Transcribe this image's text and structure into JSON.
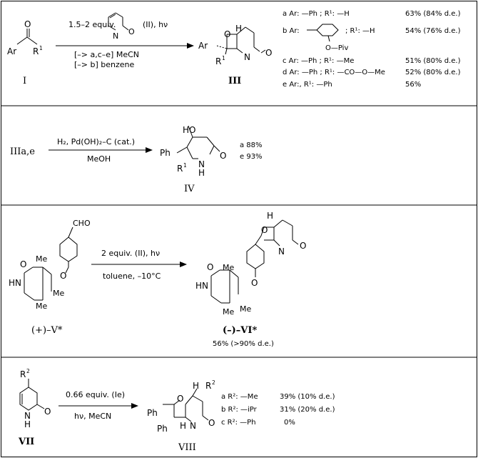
{
  "scheme1": {
    "reagent": "1.5–2 equiv.",
    "reagent_id": "(II), hν",
    "cond_ace": "[–> a,c–e]  MeCN",
    "cond_b": "[–> b]   benzene",
    "label_I": "I",
    "label_III": "III",
    "ar": "Ar",
    "r1": "R",
    "r1sup": "1",
    "results": [
      {
        "text": "a Ar: —Ph ; R¹: —H",
        "yield": "63% (84% d.e.)"
      },
      {
        "text": "b Ar:",
        "text2": "; R¹: —H",
        "yield": "54% (76% d.e.)"
      },
      {
        "text": "c Ar: —Ph ; R¹: —Me",
        "yield": "51% (80% d.e.)"
      },
      {
        "text": "d Ar: —Ph ; R¹: —CO—O—Me",
        "yield": "52% (80% d.e.)"
      },
      {
        "text": "e Ar:, R¹: —Ph",
        "yield": "56%"
      }
    ],
    "opiv": "O—Piv"
  },
  "scheme2": {
    "start": "IIIa,e",
    "reagent": "H₂, Pd(OH)₂–C (cat.)",
    "solvent": "MeOH",
    "label_IV": "IV",
    "ph": "Ph",
    "ho": "HO",
    "results": [
      "a 88%",
      "e 93%"
    ]
  },
  "scheme3": {
    "reagent": "2 equiv. (II), hν",
    "conditions": "toluene, –10°C",
    "label_V": "(+)–V*",
    "label_VI": "(–)–VI*",
    "yield": "56% (>90% d.e.)",
    "cho": "CHO",
    "me": "Me"
  },
  "scheme4": {
    "reagent": "0.66 equiv. (Ie)",
    "conditions": "hν,  MeCN",
    "label_VII": "VII",
    "label_VIII": "VIII",
    "r2": "R",
    "r2sup": "2",
    "ph": "Ph",
    "results": [
      {
        "text": "a R²: —Me",
        "yield": "39% (10% d.e.)"
      },
      {
        "text": "b R²: —iPr",
        "yield": "31% (20% d.e.)"
      },
      {
        "text": "c R²: —Ph",
        "yield": "0%"
      }
    ]
  },
  "atoms": {
    "O": "O",
    "N": "N",
    "H": "H",
    "HN": "HN"
  }
}
